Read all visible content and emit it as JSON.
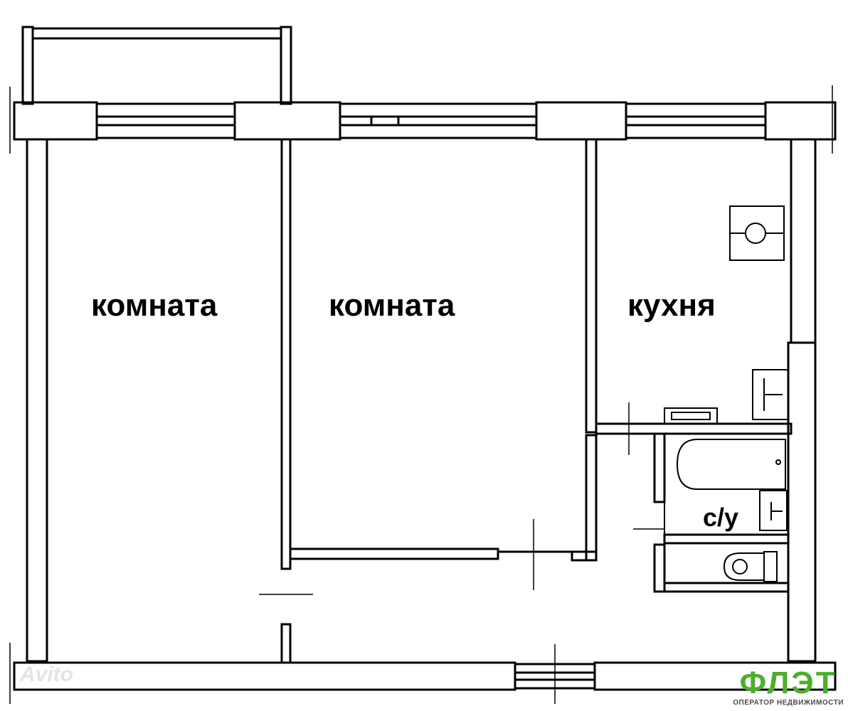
{
  "rooms": {
    "room1": "комната",
    "room2": "комната",
    "kitchen": "кухня",
    "bathroom": "с/у"
  },
  "watermark": "Avito",
  "logo": {
    "title": "ФЛЭТ",
    "subtitle": "ОПЕРАТОР НЕДВИЖИМОСТИ",
    "color": "#4caf2e"
  }
}
